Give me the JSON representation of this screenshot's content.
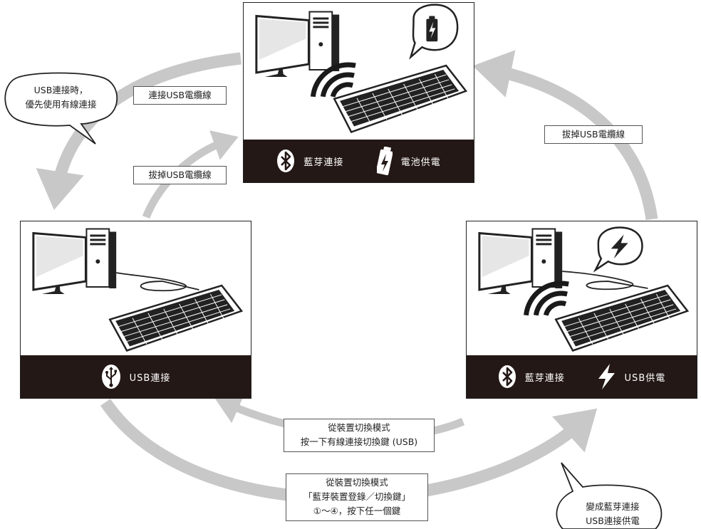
{
  "top_panel": {
    "status_1": "藍芽連接",
    "status_2": "電池供電",
    "icon_1": "bluetooth-icon",
    "icon_2": "battery-charging-icon",
    "bubble_icon": "battery-charging-icon"
  },
  "left_panel": {
    "status_1": "USB連接",
    "icon_1": "usb-icon"
  },
  "right_panel": {
    "status_1": "藍芽連接",
    "status_2": "USB供電",
    "icon_1": "bluetooth-icon",
    "icon_2": "lightning-icon",
    "bubble_icon": "lightning-icon"
  },
  "labels": {
    "connect_usb_cable": "連接USB電纜線",
    "unplug_usb_cable_left": "拔掉USB電纜線",
    "unplug_usb_cable_right": "拔掉USB電纜線",
    "switch_to_usb_line1": "從裝置切換模式",
    "switch_to_usb_line2": "按一下有線連接切換鍵 (USB)",
    "switch_to_bt_line1": "從裝置切換模式",
    "switch_to_bt_line2": "「藍芽裝置登錄／切換鍵」",
    "switch_to_bt_line3": "①～④，按下任一個鍵"
  },
  "bubbles": {
    "usb_priority_line1": "USB連接時，",
    "usb_priority_line2": "優先使用有線連接",
    "becomes_bt_line1": "變成藍芽連接",
    "becomes_bt_line2": "USB連接供電"
  },
  "colors": {
    "arrow_gray": "#c8c8c8",
    "bar_dark": "#231815"
  }
}
